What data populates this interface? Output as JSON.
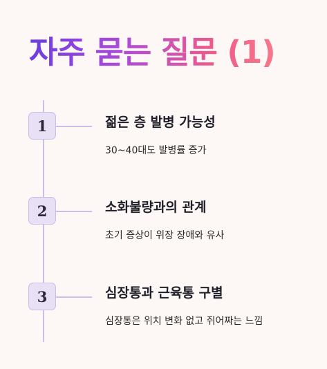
{
  "page": {
    "title": "자주 묻는 질문 (1)"
  },
  "colors": {
    "background": "#fdf8f5",
    "title_gradient_start": "#6a3de0",
    "title_gradient_end": "#f7788a",
    "timeline": "#cbbfe8",
    "badge_fill": "#e8e1f6"
  },
  "steps": [
    {
      "number": "1",
      "heading": "젊은 층 발병 가능성",
      "description": "30~40대도 발병률 증가"
    },
    {
      "number": "2",
      "heading": "소화불량과의 관계",
      "description": "초기 증상이 위장 장애와 유사"
    },
    {
      "number": "3",
      "heading": "심장통과 근육통 구별",
      "description": "심장통은 위치 변화 없고 쥐어짜는 느낌"
    }
  ]
}
